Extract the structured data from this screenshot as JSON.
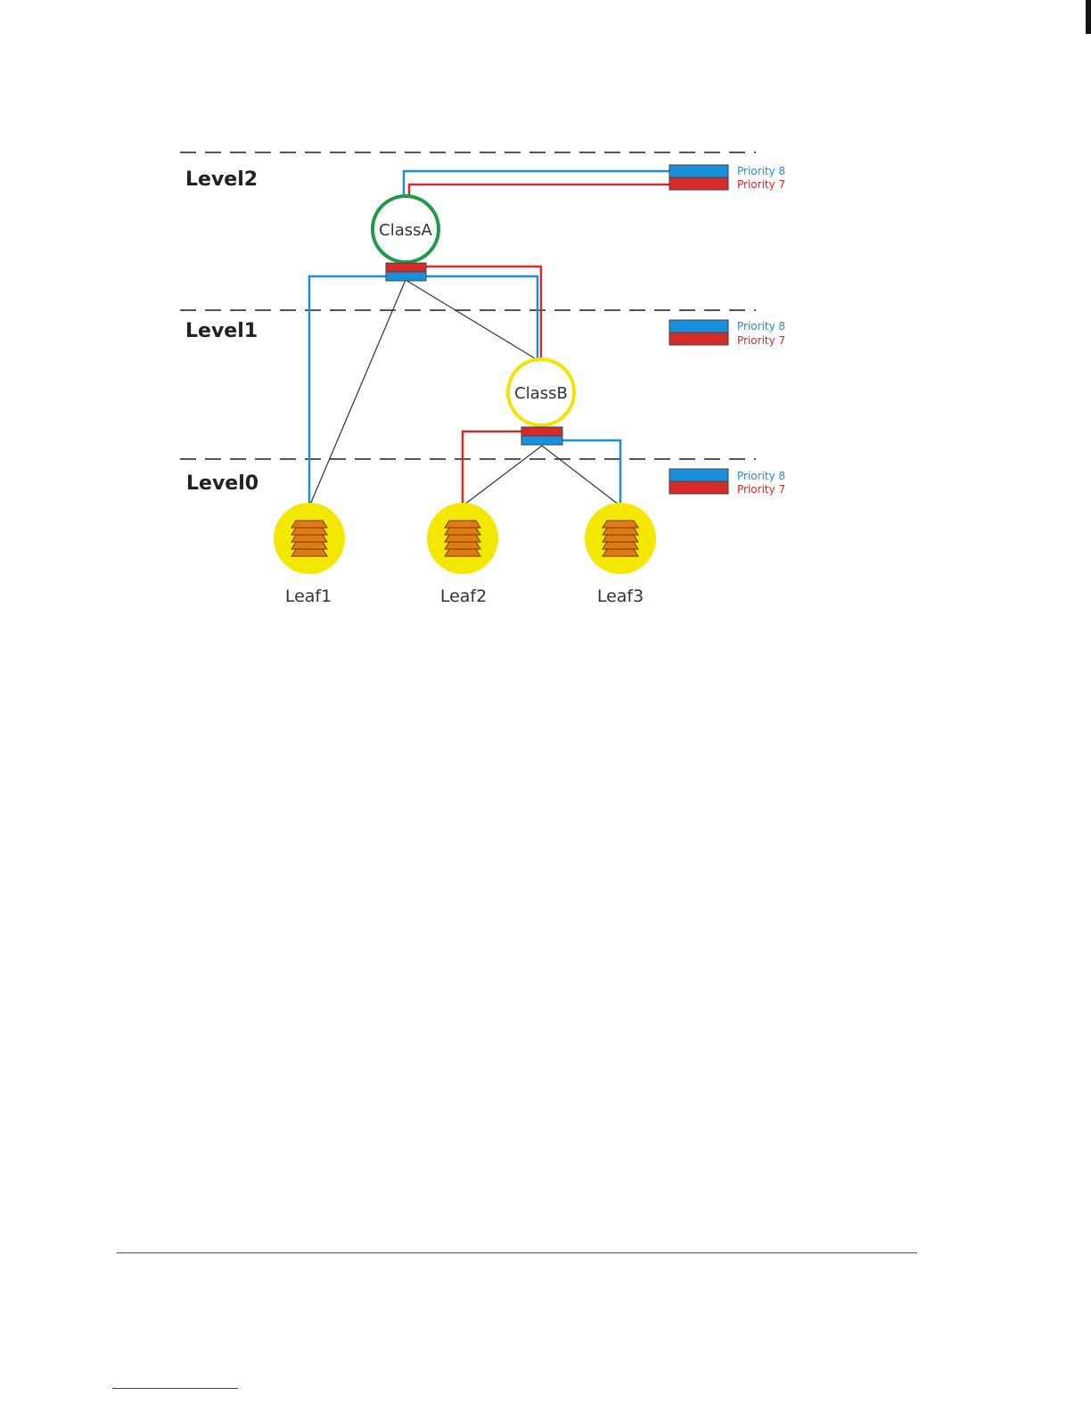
{
  "levels": [
    {
      "id": "level2",
      "label": "Level2"
    },
    {
      "id": "level1",
      "label": "Level1"
    },
    {
      "id": "level0",
      "label": "Level0"
    }
  ],
  "priority_legend": {
    "high": "Priority 8",
    "low": "Priority 7"
  },
  "nodes": {
    "class_a": "ClassA",
    "class_b": "ClassB"
  },
  "leaves": [
    {
      "id": "leaf1",
      "label": "Leaf1"
    },
    {
      "id": "leaf2",
      "label": "Leaf2"
    },
    {
      "id": "leaf3",
      "label": "Leaf3"
    }
  ],
  "colors": {
    "priority_high": "#1a8fdc",
    "priority_low": "#d42a2a",
    "class_a_ring": "#1f9a4a",
    "class_b_ring": "#f2e400",
    "leaf_fill": "#f5e800",
    "leaf_stack": "#e07a12",
    "dash_line": "#555555",
    "connector": "#333333"
  }
}
